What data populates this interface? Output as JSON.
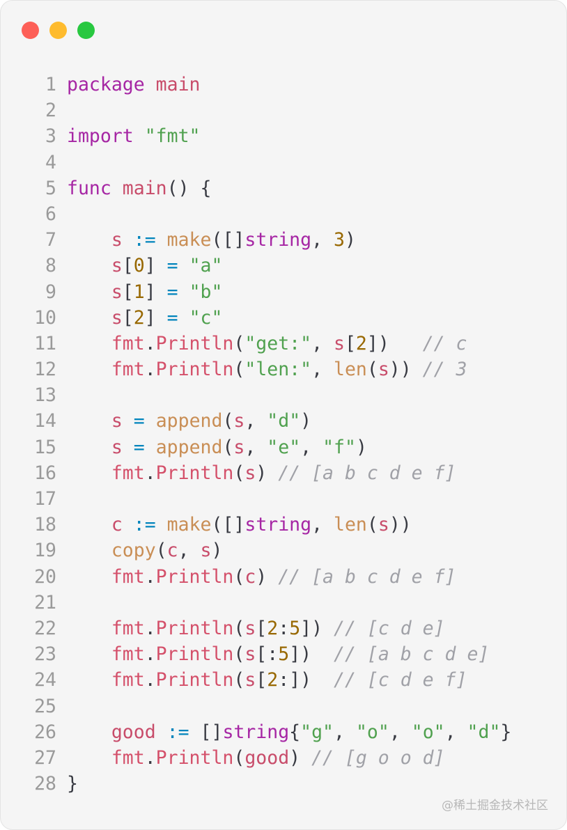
{
  "window": {
    "controls": [
      "close",
      "minimize",
      "zoom"
    ],
    "colors": {
      "close": "#fd5f57",
      "minimize": "#febb2e",
      "zoom": "#28c840"
    }
  },
  "code": {
    "language": "go",
    "lines": [
      {
        "n": "1",
        "tokens": [
          {
            "t": "package",
            "c": "kw"
          },
          {
            "t": " ",
            "c": "plain"
          },
          {
            "t": "main",
            "c": "var"
          }
        ]
      },
      {
        "n": "2",
        "tokens": []
      },
      {
        "n": "3",
        "tokens": [
          {
            "t": "import",
            "c": "kw"
          },
          {
            "t": " ",
            "c": "plain"
          },
          {
            "t": "\"fmt\"",
            "c": "str"
          }
        ]
      },
      {
        "n": "4",
        "tokens": []
      },
      {
        "n": "5",
        "tokens": [
          {
            "t": "func",
            "c": "kw"
          },
          {
            "t": " ",
            "c": "plain"
          },
          {
            "t": "main",
            "c": "var"
          },
          {
            "t": "() {",
            "c": "pn"
          }
        ]
      },
      {
        "n": "6",
        "tokens": []
      },
      {
        "n": "7",
        "tokens": [
          {
            "t": "    ",
            "c": "plain"
          },
          {
            "t": "s",
            "c": "var"
          },
          {
            "t": " ",
            "c": "plain"
          },
          {
            "t": ":=",
            "c": "op"
          },
          {
            "t": " ",
            "c": "plain"
          },
          {
            "t": "make",
            "c": "fn"
          },
          {
            "t": "([]",
            "c": "pn"
          },
          {
            "t": "string",
            "c": "kw"
          },
          {
            "t": ", ",
            "c": "pn"
          },
          {
            "t": "3",
            "c": "num"
          },
          {
            "t": ")",
            "c": "pn"
          }
        ]
      },
      {
        "n": "8",
        "tokens": [
          {
            "t": "    ",
            "c": "plain"
          },
          {
            "t": "s",
            "c": "var"
          },
          {
            "t": "[",
            "c": "pn"
          },
          {
            "t": "0",
            "c": "num"
          },
          {
            "t": "] ",
            "c": "pn"
          },
          {
            "t": "=",
            "c": "op"
          },
          {
            "t": " ",
            "c": "plain"
          },
          {
            "t": "\"a\"",
            "c": "str"
          }
        ]
      },
      {
        "n": "9",
        "tokens": [
          {
            "t": "    ",
            "c": "plain"
          },
          {
            "t": "s",
            "c": "var"
          },
          {
            "t": "[",
            "c": "pn"
          },
          {
            "t": "1",
            "c": "num"
          },
          {
            "t": "] ",
            "c": "pn"
          },
          {
            "t": "=",
            "c": "op"
          },
          {
            "t": " ",
            "c": "plain"
          },
          {
            "t": "\"b\"",
            "c": "str"
          }
        ]
      },
      {
        "n": "10",
        "tokens": [
          {
            "t": "    ",
            "c": "plain"
          },
          {
            "t": "s",
            "c": "var"
          },
          {
            "t": "[",
            "c": "pn"
          },
          {
            "t": "2",
            "c": "num"
          },
          {
            "t": "] ",
            "c": "pn"
          },
          {
            "t": "=",
            "c": "op"
          },
          {
            "t": " ",
            "c": "plain"
          },
          {
            "t": "\"c\"",
            "c": "str"
          }
        ]
      },
      {
        "n": "11",
        "tokens": [
          {
            "t": "    ",
            "c": "plain"
          },
          {
            "t": "fmt",
            "c": "pkg"
          },
          {
            "t": ".",
            "c": "pn"
          },
          {
            "t": "Println",
            "c": "pkg"
          },
          {
            "t": "(",
            "c": "pn"
          },
          {
            "t": "\"get:\"",
            "c": "str"
          },
          {
            "t": ", ",
            "c": "pn"
          },
          {
            "t": "s",
            "c": "var"
          },
          {
            "t": "[",
            "c": "pn"
          },
          {
            "t": "2",
            "c": "num"
          },
          {
            "t": "])",
            "c": "pn"
          },
          {
            "t": "   ",
            "c": "plain"
          },
          {
            "t": "// c",
            "c": "com"
          }
        ]
      },
      {
        "n": "12",
        "tokens": [
          {
            "t": "    ",
            "c": "plain"
          },
          {
            "t": "fmt",
            "c": "pkg"
          },
          {
            "t": ".",
            "c": "pn"
          },
          {
            "t": "Println",
            "c": "pkg"
          },
          {
            "t": "(",
            "c": "pn"
          },
          {
            "t": "\"len:\"",
            "c": "str"
          },
          {
            "t": ", ",
            "c": "pn"
          },
          {
            "t": "len",
            "c": "fn"
          },
          {
            "t": "(",
            "c": "pn"
          },
          {
            "t": "s",
            "c": "var"
          },
          {
            "t": ")) ",
            "c": "pn"
          },
          {
            "t": "// 3",
            "c": "com"
          }
        ]
      },
      {
        "n": "13",
        "tokens": []
      },
      {
        "n": "14",
        "tokens": [
          {
            "t": "    ",
            "c": "plain"
          },
          {
            "t": "s",
            "c": "var"
          },
          {
            "t": " ",
            "c": "plain"
          },
          {
            "t": "=",
            "c": "op"
          },
          {
            "t": " ",
            "c": "plain"
          },
          {
            "t": "append",
            "c": "fn"
          },
          {
            "t": "(",
            "c": "pn"
          },
          {
            "t": "s",
            "c": "var"
          },
          {
            "t": ", ",
            "c": "pn"
          },
          {
            "t": "\"d\"",
            "c": "str"
          },
          {
            "t": ")",
            "c": "pn"
          }
        ]
      },
      {
        "n": "15",
        "tokens": [
          {
            "t": "    ",
            "c": "plain"
          },
          {
            "t": "s",
            "c": "var"
          },
          {
            "t": " ",
            "c": "plain"
          },
          {
            "t": "=",
            "c": "op"
          },
          {
            "t": " ",
            "c": "plain"
          },
          {
            "t": "append",
            "c": "fn"
          },
          {
            "t": "(",
            "c": "pn"
          },
          {
            "t": "s",
            "c": "var"
          },
          {
            "t": ", ",
            "c": "pn"
          },
          {
            "t": "\"e\"",
            "c": "str"
          },
          {
            "t": ", ",
            "c": "pn"
          },
          {
            "t": "\"f\"",
            "c": "str"
          },
          {
            "t": ")",
            "c": "pn"
          }
        ]
      },
      {
        "n": "16",
        "tokens": [
          {
            "t": "    ",
            "c": "plain"
          },
          {
            "t": "fmt",
            "c": "pkg"
          },
          {
            "t": ".",
            "c": "pn"
          },
          {
            "t": "Println",
            "c": "pkg"
          },
          {
            "t": "(",
            "c": "pn"
          },
          {
            "t": "s",
            "c": "var"
          },
          {
            "t": ") ",
            "c": "pn"
          },
          {
            "t": "// [a b c d e f]",
            "c": "com"
          }
        ]
      },
      {
        "n": "17",
        "tokens": []
      },
      {
        "n": "18",
        "tokens": [
          {
            "t": "    ",
            "c": "plain"
          },
          {
            "t": "c",
            "c": "var"
          },
          {
            "t": " ",
            "c": "plain"
          },
          {
            "t": ":=",
            "c": "op"
          },
          {
            "t": " ",
            "c": "plain"
          },
          {
            "t": "make",
            "c": "fn"
          },
          {
            "t": "([]",
            "c": "pn"
          },
          {
            "t": "string",
            "c": "kw"
          },
          {
            "t": ", ",
            "c": "pn"
          },
          {
            "t": "len",
            "c": "fn"
          },
          {
            "t": "(",
            "c": "pn"
          },
          {
            "t": "s",
            "c": "var"
          },
          {
            "t": "))",
            "c": "pn"
          }
        ]
      },
      {
        "n": "19",
        "tokens": [
          {
            "t": "    ",
            "c": "plain"
          },
          {
            "t": "copy",
            "c": "fn"
          },
          {
            "t": "(",
            "c": "pn"
          },
          {
            "t": "c",
            "c": "var"
          },
          {
            "t": ", ",
            "c": "pn"
          },
          {
            "t": "s",
            "c": "var"
          },
          {
            "t": ")",
            "c": "pn"
          }
        ]
      },
      {
        "n": "20",
        "tokens": [
          {
            "t": "    ",
            "c": "plain"
          },
          {
            "t": "fmt",
            "c": "pkg"
          },
          {
            "t": ".",
            "c": "pn"
          },
          {
            "t": "Println",
            "c": "pkg"
          },
          {
            "t": "(",
            "c": "pn"
          },
          {
            "t": "c",
            "c": "var"
          },
          {
            "t": ") ",
            "c": "pn"
          },
          {
            "t": "// [a b c d e f]",
            "c": "com"
          }
        ]
      },
      {
        "n": "21",
        "tokens": []
      },
      {
        "n": "22",
        "tokens": [
          {
            "t": "    ",
            "c": "plain"
          },
          {
            "t": "fmt",
            "c": "pkg"
          },
          {
            "t": ".",
            "c": "pn"
          },
          {
            "t": "Println",
            "c": "pkg"
          },
          {
            "t": "(",
            "c": "pn"
          },
          {
            "t": "s",
            "c": "var"
          },
          {
            "t": "[",
            "c": "pn"
          },
          {
            "t": "2",
            "c": "num"
          },
          {
            "t": ":",
            "c": "pn"
          },
          {
            "t": "5",
            "c": "num"
          },
          {
            "t": "]) ",
            "c": "pn"
          },
          {
            "t": "// [c d e]",
            "c": "com"
          }
        ]
      },
      {
        "n": "23",
        "tokens": [
          {
            "t": "    ",
            "c": "plain"
          },
          {
            "t": "fmt",
            "c": "pkg"
          },
          {
            "t": ".",
            "c": "pn"
          },
          {
            "t": "Println",
            "c": "pkg"
          },
          {
            "t": "(",
            "c": "pn"
          },
          {
            "t": "s",
            "c": "var"
          },
          {
            "t": "[:",
            "c": "pn"
          },
          {
            "t": "5",
            "c": "num"
          },
          {
            "t": "])  ",
            "c": "pn"
          },
          {
            "t": "// [a b c d e]",
            "c": "com"
          }
        ]
      },
      {
        "n": "24",
        "tokens": [
          {
            "t": "    ",
            "c": "plain"
          },
          {
            "t": "fmt",
            "c": "pkg"
          },
          {
            "t": ".",
            "c": "pn"
          },
          {
            "t": "Println",
            "c": "pkg"
          },
          {
            "t": "(",
            "c": "pn"
          },
          {
            "t": "s",
            "c": "var"
          },
          {
            "t": "[",
            "c": "pn"
          },
          {
            "t": "2",
            "c": "num"
          },
          {
            "t": ":])  ",
            "c": "pn"
          },
          {
            "t": "// [c d e f]",
            "c": "com"
          }
        ]
      },
      {
        "n": "25",
        "tokens": []
      },
      {
        "n": "26",
        "tokens": [
          {
            "t": "    ",
            "c": "plain"
          },
          {
            "t": "good",
            "c": "var"
          },
          {
            "t": " ",
            "c": "plain"
          },
          {
            "t": ":=",
            "c": "op"
          },
          {
            "t": " ",
            "c": "plain"
          },
          {
            "t": "[]",
            "c": "pn"
          },
          {
            "t": "string",
            "c": "kw"
          },
          {
            "t": "{",
            "c": "pn"
          },
          {
            "t": "\"g\"",
            "c": "str"
          },
          {
            "t": ", ",
            "c": "pn"
          },
          {
            "t": "\"o\"",
            "c": "str"
          },
          {
            "t": ", ",
            "c": "pn"
          },
          {
            "t": "\"o\"",
            "c": "str"
          },
          {
            "t": ", ",
            "c": "pn"
          },
          {
            "t": "\"d\"",
            "c": "str"
          },
          {
            "t": "}",
            "c": "pn"
          }
        ]
      },
      {
        "n": "27",
        "tokens": [
          {
            "t": "    ",
            "c": "plain"
          },
          {
            "t": "fmt",
            "c": "pkg"
          },
          {
            "t": ".",
            "c": "pn"
          },
          {
            "t": "Println",
            "c": "pkg"
          },
          {
            "t": "(",
            "c": "pn"
          },
          {
            "t": "good",
            "c": "var"
          },
          {
            "t": ") ",
            "c": "pn"
          },
          {
            "t": "// [g o o d]",
            "c": "com"
          }
        ]
      },
      {
        "n": "28",
        "tokens": [
          {
            "t": "}",
            "c": "pn"
          }
        ]
      }
    ]
  },
  "watermark": {
    "text": "@稀土掘金技术社区"
  }
}
